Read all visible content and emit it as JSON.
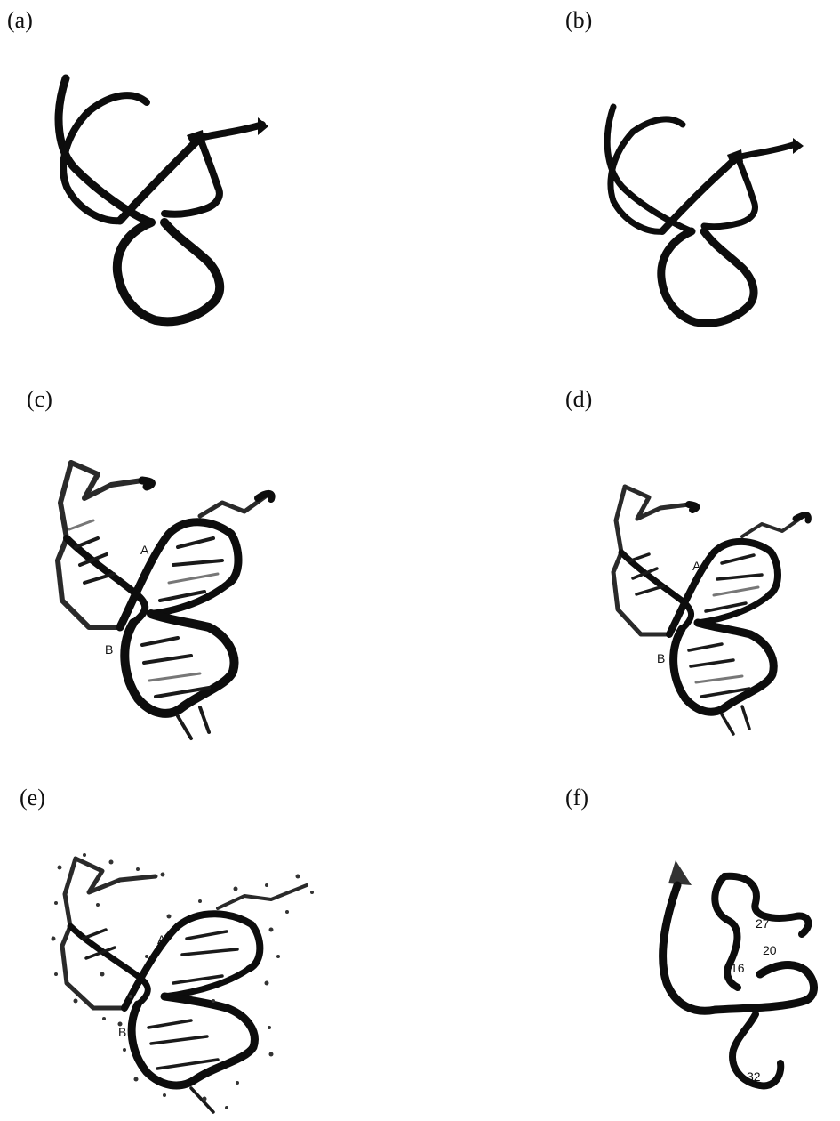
{
  "figure": {
    "panels": [
      {
        "id": "a",
        "label": "(a)",
        "style": "ribbon"
      },
      {
        "id": "b",
        "label": "(b)",
        "style": "ribbon"
      },
      {
        "id": "c",
        "label": "(c)",
        "style": "ladder",
        "annotations": [
          "A",
          "B"
        ]
      },
      {
        "id": "d",
        "label": "(d)",
        "style": "ladder",
        "annotations": [
          "A",
          "B"
        ]
      },
      {
        "id": "e",
        "label": "(e)",
        "style": "ladder-atoms",
        "annotations": [
          "A",
          "B"
        ]
      },
      {
        "id": "f",
        "label": "(f)",
        "style": "ribbon",
        "annotations": [
          "27",
          "20",
          "16",
          "32"
        ]
      }
    ]
  },
  "colors": {
    "ink": "#0d0d0d",
    "faint": "#777777",
    "background": "#ffffff"
  }
}
